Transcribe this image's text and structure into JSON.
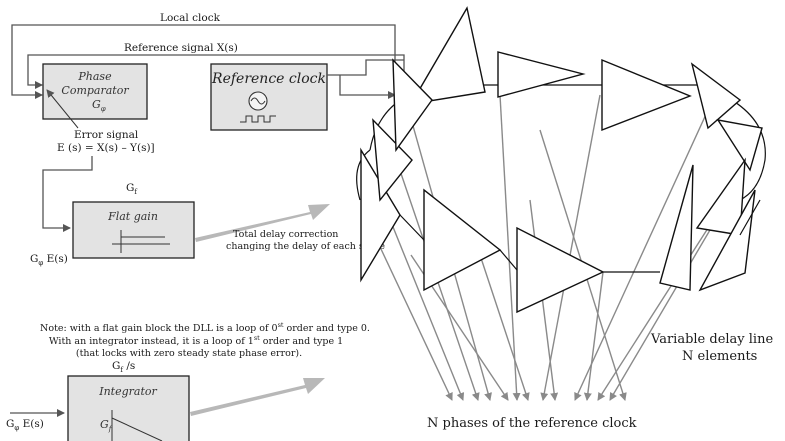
{
  "signals": {
    "local_clock": "Local clock",
    "reference_signal": "Reference signal X(s)",
    "error_signal_line1": "Error signal",
    "error_signal_line2": "E (s) = X(s) – Y(s)]",
    "gphi_e_1": "G",
    "gphi_e_sub": "φ",
    "gphi_e_tail": " E(s)"
  },
  "blocks": {
    "phase_comparator": {
      "line1": "Phase",
      "line2": "Comparator",
      "gain": "G",
      "gain_sub": "φ"
    },
    "reference_clock": {
      "label": "Reference clock"
    },
    "flat_gain": {
      "label": "Flat gain",
      "gain": "G",
      "gain_sub": "f"
    },
    "integrator": {
      "label": "Integrator",
      "gain": "G",
      "gain_sub": "f",
      "gain_tail": " /s",
      "inner": "G",
      "inner_sub": "f"
    }
  },
  "annotations": {
    "correction_line1": "Total delay correction",
    "correction_line2": "changing the delay of each stage",
    "note_line1_a": "Note: with a flat gain block the DLL is a loop of 0",
    "note_line1_sup": "st",
    "note_line1_b": " order  and type 0.",
    "note_line2_a": "With an integrator instead, it is a loop of  1",
    "note_line2_sup": "st",
    "note_line2_b": " order and type 1",
    "note_line3": "(that  locks with zero steady state phase error).",
    "delay_line_1": "Variable delay line",
    "delay_line_2": "N elements",
    "phases": "N phases of the reference clock"
  }
}
